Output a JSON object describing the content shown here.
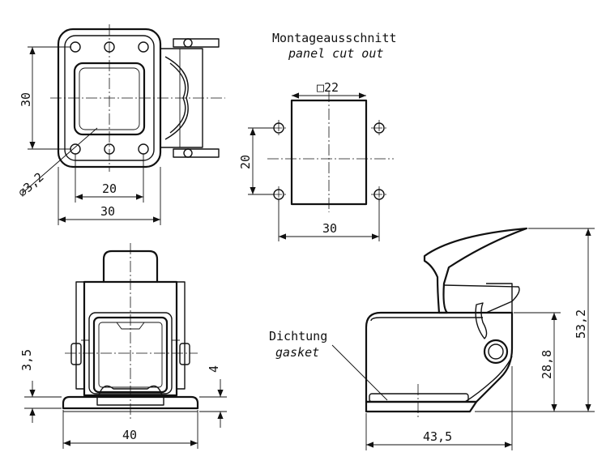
{
  "labels": {
    "cutout_title_de": "Montageausschnitt",
    "cutout_title_en": "panel cut out",
    "gasket_de": "Dichtung",
    "gasket_en": "gasket"
  },
  "dimensions": {
    "top_height": "30",
    "top_inner_width": "20",
    "top_outer_width": "30",
    "hole_diameter": "⌀3,2",
    "cutout_square": "□22",
    "cutout_height": "20",
    "cutout_width": "30",
    "front_left_small": "3,5",
    "front_right_small": "4",
    "front_width": "40",
    "side_total_height": "53,2",
    "side_body_height": "28,8",
    "side_width": "43,5"
  }
}
